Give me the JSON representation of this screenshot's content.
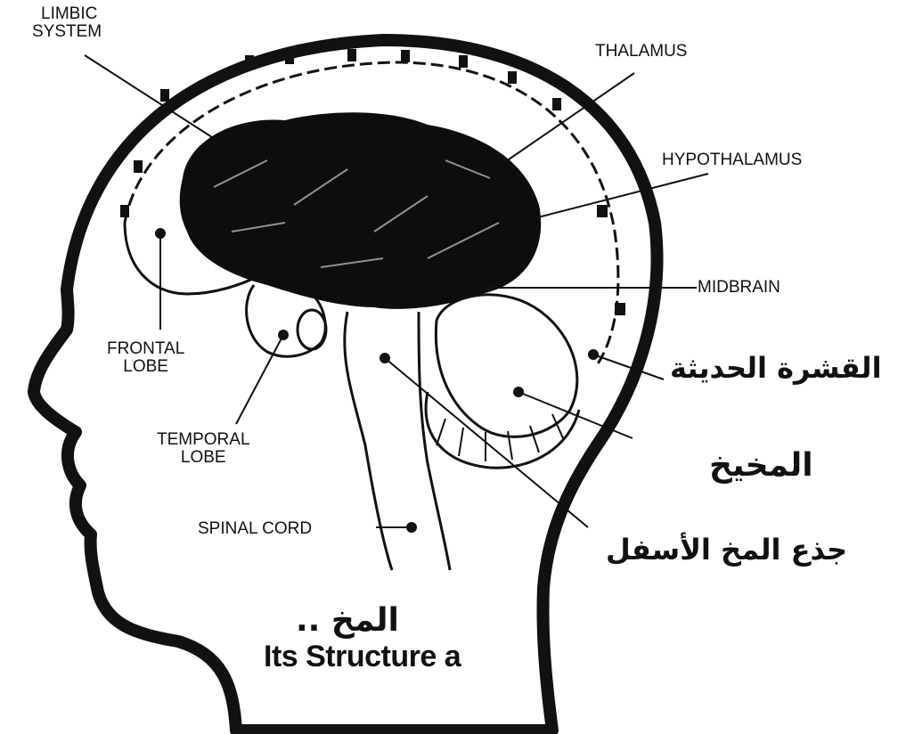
{
  "labels": {
    "limbic_line1": "LIMBIC",
    "limbic_line2": "SYSTEM",
    "thalamus": "THALAMUS",
    "hypothalamus": "HYPOTHALAMUS",
    "midbrain": "MIDBRAIN",
    "frontal_line1": "FRONTAL",
    "frontal_line2": "LOBE",
    "temporal_line1": "TEMPORAL",
    "temporal_line2": "LOBE",
    "spinal_cord": "SPINAL CORD"
  },
  "arabic_labels": {
    "neocortex": "القشرة الحديثة",
    "cerebellum": "المخيخ",
    "lower_brainstem": "جذع المخ الأسفل"
  },
  "title": {
    "arabic": "المخ ..",
    "english": "Its Structure a"
  }
}
